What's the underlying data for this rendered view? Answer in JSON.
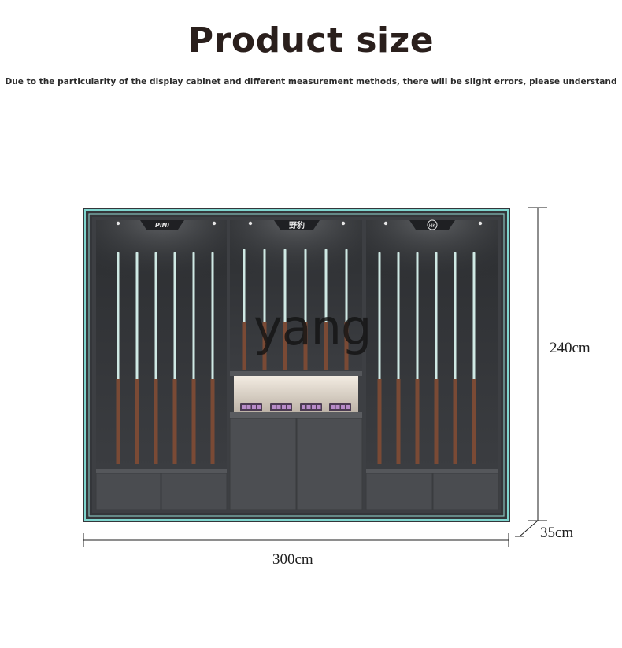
{
  "header": {
    "title": "Product size",
    "note": "Due to the particularity of the display cabinet and different measurement methods, there will be slight errors, please understand"
  },
  "dimensions": {
    "width": "300cm",
    "height": "240cm",
    "depth": "35cm"
  },
  "cabinet": {
    "badges": [
      "PiNi",
      "野豹",
      "HK"
    ],
    "watermark": "yang"
  },
  "colors": {
    "frame_glow": "#7fd6cf",
    "cabinet_body": "#3a3c3f",
    "cue_shaft": "#cfe9e4",
    "cue_butt": "#7a4a35"
  }
}
